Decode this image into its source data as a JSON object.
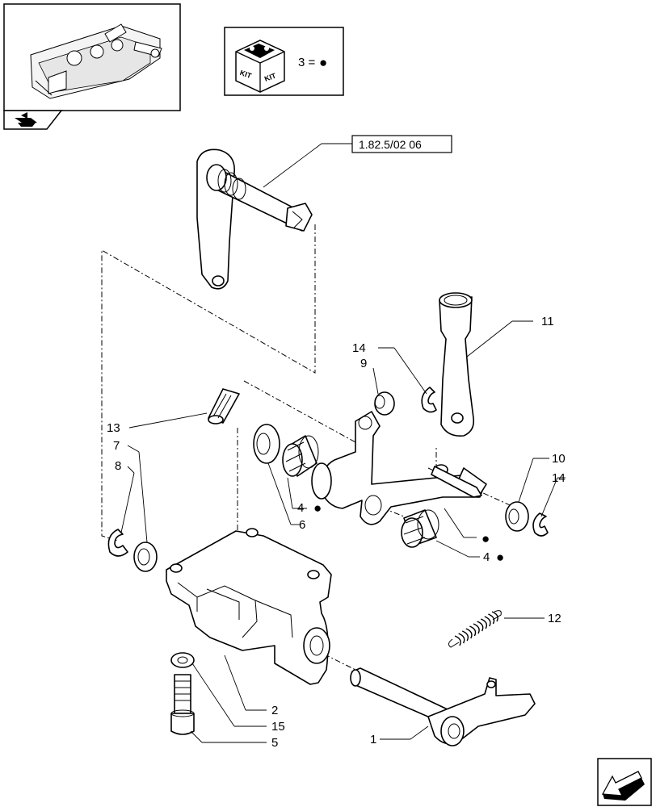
{
  "reference_box": {
    "text": "1.82.5/02 06"
  },
  "kit_legend": {
    "icon_text_left": "KIT",
    "icon_text_right": "KIT",
    "equation": "3 =",
    "marker": "●"
  },
  "callouts": {
    "c1": "1",
    "c2": "2",
    "c4a": "4",
    "c4b": "4",
    "c5": "5",
    "c6": "6",
    "c7": "7",
    "c8": "8",
    "c9": "9",
    "c10": "10",
    "c11": "11",
    "c12": "12",
    "c13": "13",
    "c14a": "14",
    "c14b": "14",
    "c15": "15"
  },
  "markers": {
    "dot": "●"
  }
}
